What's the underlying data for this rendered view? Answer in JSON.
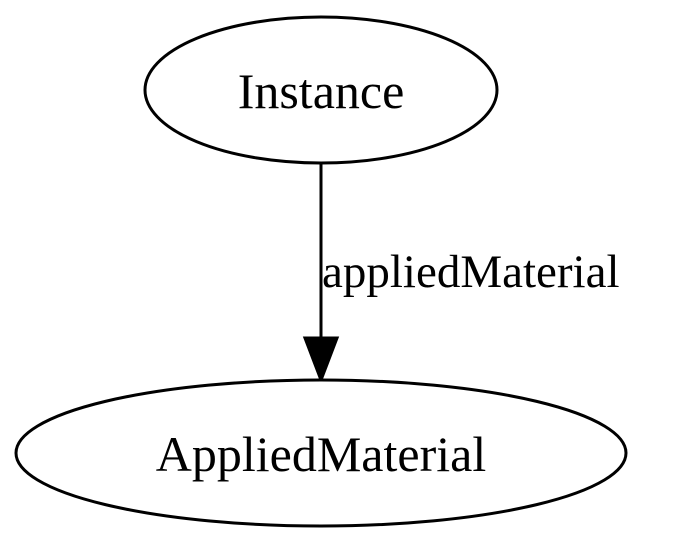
{
  "nodes": {
    "instance": {
      "label": "Instance"
    },
    "applied_material": {
      "label": "AppliedMaterial"
    }
  },
  "edges": [
    {
      "from": "Instance",
      "to": "AppliedMaterial",
      "label": "appliedMaterial"
    }
  ],
  "colors": {
    "stroke": "#000000",
    "fill": "#ffffff",
    "text": "#000000"
  }
}
